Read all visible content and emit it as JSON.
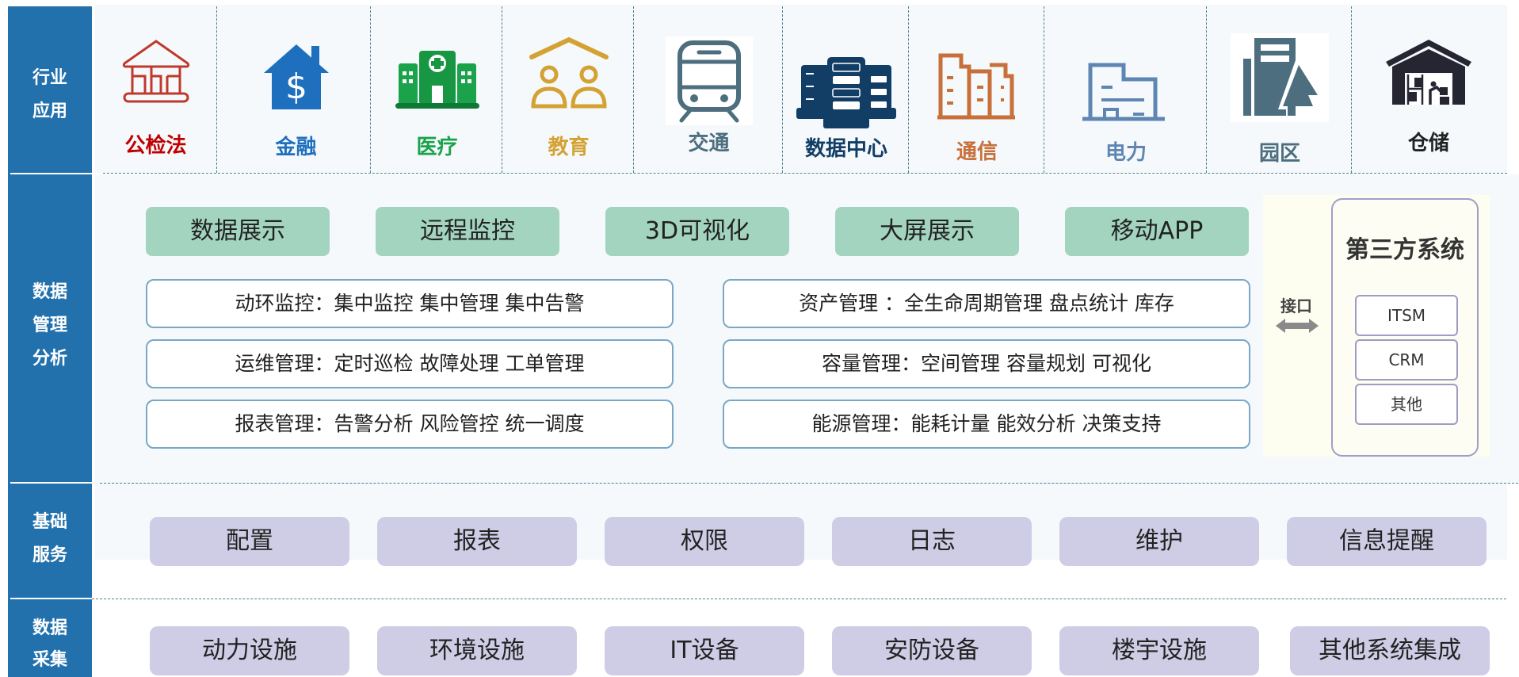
{
  "layers": {
    "industry": {
      "label_line1": "行业",
      "label_line2": "应用"
    },
    "management": {
      "label_line1": "数据",
      "label_line2": "管理",
      "label_line3": "分析"
    },
    "foundation": {
      "label_line1": "基础",
      "label_line2": "服务"
    },
    "collection": {
      "label_line1": "数据",
      "label_line2": "采集"
    }
  },
  "industries": [
    {
      "label": "公检法",
      "icon": "courthouse-icon",
      "color": "#c00000"
    },
    {
      "label": "金融",
      "icon": "house-dollar-icon",
      "color": "#1f6fbf"
    },
    {
      "label": "医疗",
      "icon": "hospital-icon",
      "color": "#1aa34a"
    },
    {
      "label": "教育",
      "icon": "school-people-icon",
      "color": "#d4a233"
    },
    {
      "label": "交通",
      "icon": "train-icon",
      "color": "#4d6e7e"
    },
    {
      "label": "数据中心",
      "icon": "server-rack-icon",
      "color": "#123e66"
    },
    {
      "label": "通信",
      "icon": "buildings-icon",
      "color": "#c8703a"
    },
    {
      "label": "电力",
      "icon": "factory-icon",
      "color": "#5f86b3"
    },
    {
      "label": "园区",
      "icon": "park-building-tree-icon",
      "color": "#4d6e7e"
    },
    {
      "label": "仓储",
      "icon": "warehouse-icon",
      "color": "#222222"
    }
  ],
  "features": [
    "数据展示",
    "远程监控",
    "3D可视化",
    "大屏展示",
    "移动APP"
  ],
  "modules": {
    "left": [
      "动环监控：集中监控 集中管理 集中告警",
      "运维管理：定时巡检 故障处理 工单管理",
      "报表管理：告警分析 风险管控 统一调度"
    ],
    "right": [
      "资产管理 ：全生命周期管理 盘点统计 库存",
      "容量管理：空间管理 容量规划 可视化",
      "能源管理：能耗计量 能效分析 决策支持"
    ]
  },
  "third_party": {
    "interface_label": "接口",
    "title": "第三方系统",
    "items": [
      "ITSM",
      "CRM",
      "其他"
    ]
  },
  "foundation_services": [
    "配置",
    "报表",
    "权限",
    "日志",
    "维护",
    "信息提醒"
  ],
  "collection_items": [
    "动力设施",
    "环境设施",
    "IT设备",
    "安防设备",
    "楼宇设施",
    "其他系统集成"
  ],
  "colors": {
    "sidebar": "#2271ad",
    "feature_button": "#a3d4c0",
    "module_border": "#79a8c6",
    "service_button": "#cfcde6",
    "third_party_border": "#a09ec9"
  }
}
